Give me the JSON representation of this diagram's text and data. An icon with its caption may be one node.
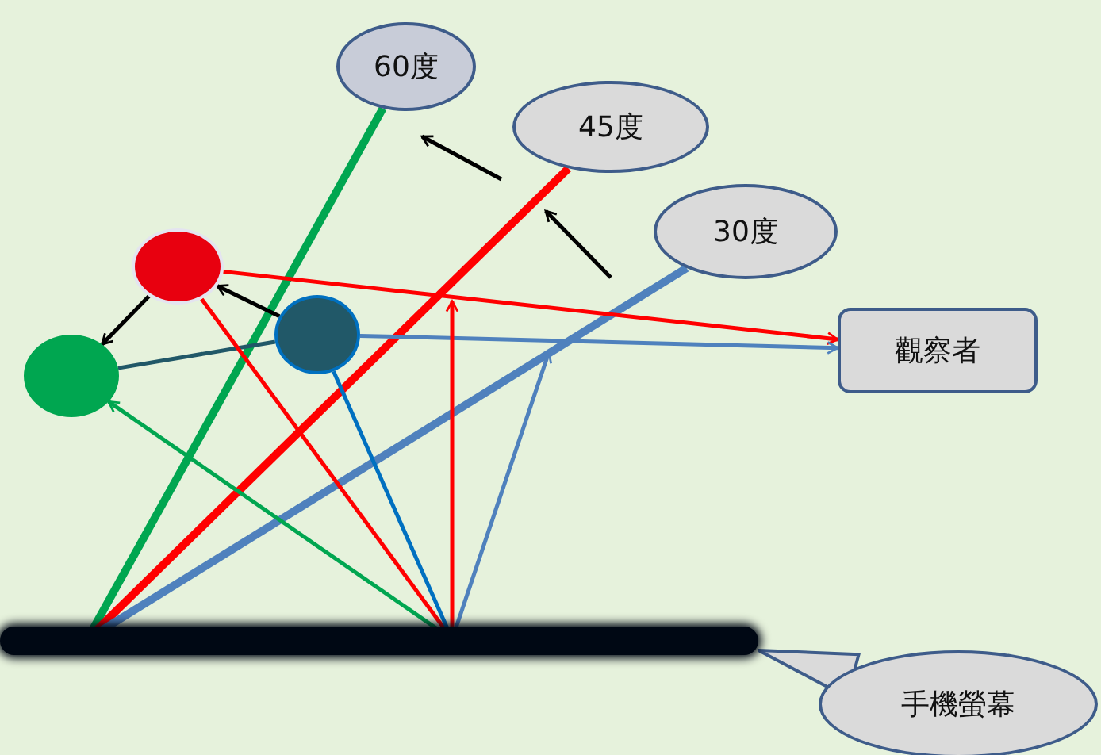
{
  "diagram": {
    "nodes": [
      {
        "text": [
          "60度"
        ]
      },
      {
        "text": [
          "45度"
        ]
      },
      {
        "text": [
          "30度"
        ]
      },
      {
        "text": [
          "觀察者"
        ]
      },
      {
        "text": [
          "手機螢幕"
        ]
      },
      {
        "text": [],
        "shape": "circle"
      },
      {
        "text": [],
        "shape": "circle"
      },
      {
        "text": [],
        "shape": "circle"
      },
      {
        "text": [],
        "shape": "bar"
      }
    ],
    "edges": [
      {
        "from": 8,
        "to": 0,
        "arrow": "none",
        "style": "thick",
        "color": "#00a650"
      },
      {
        "from": 8,
        "to": 1,
        "arrow": "none",
        "style": "thick",
        "color": "#ff0000"
      },
      {
        "from": 8,
        "to": 2,
        "arrow": "none",
        "style": "thick",
        "color": "#4f81bd"
      },
      {
        "from": 5,
        "to": 3,
        "arrow": "to",
        "color": "#ff0000"
      },
      {
        "from": 6,
        "to": 3,
        "arrow": "to",
        "color": "#4f81bd"
      },
      {
        "from": 6,
        "to": 5,
        "arrow": "to",
        "color": "#000000"
      },
      {
        "from": 5,
        "to": 7,
        "arrow": "to",
        "color": "#000000"
      },
      {
        "from": 6,
        "to": 7,
        "arrow": "none",
        "color": "#215868"
      },
      {
        "from": 8,
        "to": 7,
        "arrow": "to",
        "color": "#00a650"
      },
      {
        "from": 5,
        "to": 8,
        "arrow": "none",
        "color": "#ff0000"
      },
      {
        "from": 6,
        "to": 8,
        "arrow": "none",
        "color": "#0070c0"
      },
      {
        "from": 8,
        "to": null,
        "arrow": "to",
        "color": "#ff0000"
      },
      {
        "from": 8,
        "to": null,
        "arrow": "to",
        "color": "#4f81bd"
      },
      {
        "from": 4,
        "to": 8,
        "arrow": "none",
        "color": "#3e5c8a"
      }
    ]
  }
}
